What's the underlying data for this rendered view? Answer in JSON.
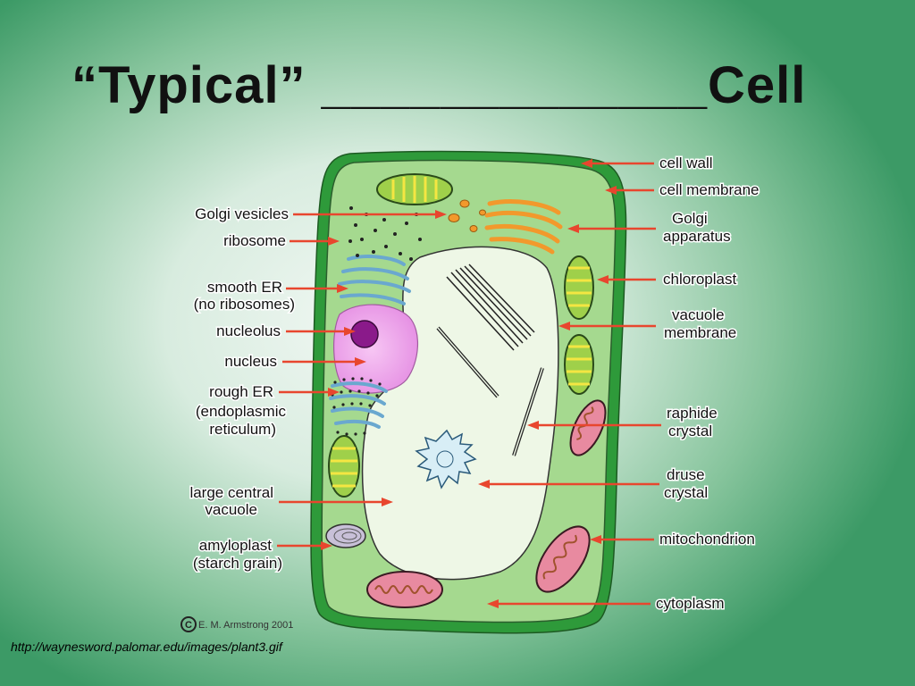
{
  "title": "“Typical” _____________Cell",
  "source_url": "http://waynesword.palomar.edu/images/plant3.gif",
  "copyright": "E. M. Armstrong 2001",
  "copyright_symbol": "C",
  "labels": {
    "cell_wall": "cell wall",
    "cell_membrane": "cell membrane",
    "golgi_apparatus_1": "Golgi",
    "golgi_apparatus_2": "apparatus",
    "chloroplast": "chloroplast",
    "vacuole_membrane_1": "vacuole",
    "vacuole_membrane_2": "membrane",
    "raphide_crystal_1": "raphide",
    "raphide_crystal_2": "crystal",
    "druse_crystal_1": "druse",
    "druse_crystal_2": "crystal",
    "mitochondrion": "mitochondrion",
    "cytoplasm": "cytoplasm",
    "golgi_vesicles": "Golgi vesicles",
    "ribosome": "ribosome",
    "smooth_er_1": "smooth ER",
    "smooth_er_2": "(no ribosomes)",
    "nucleolus": "nucleolus",
    "nucleus": "nucleus",
    "rough_er_1": "rough ER",
    "rough_er_2": "(endoplasmic",
    "rough_er_3": "reticulum)",
    "large_central_vacuole_1": "large central",
    "large_central_vacuole_2": "vacuole",
    "amyloplast_1": "amyloplast",
    "amyloplast_2": "(starch grain)"
  },
  "colors": {
    "cell_wall": "#2e9a3a",
    "cytoplasm": "#a5d98f",
    "vacuole": "#eef7e6",
    "nucleus": "#e9a0e8",
    "nucleolus": "#8a1a8a",
    "golgi": "#f2992c",
    "er": "#8cc2e0",
    "chloroplast": "#9fd04a",
    "mitochondrion": "#e88aa0",
    "arrow": "#e8462e"
  }
}
